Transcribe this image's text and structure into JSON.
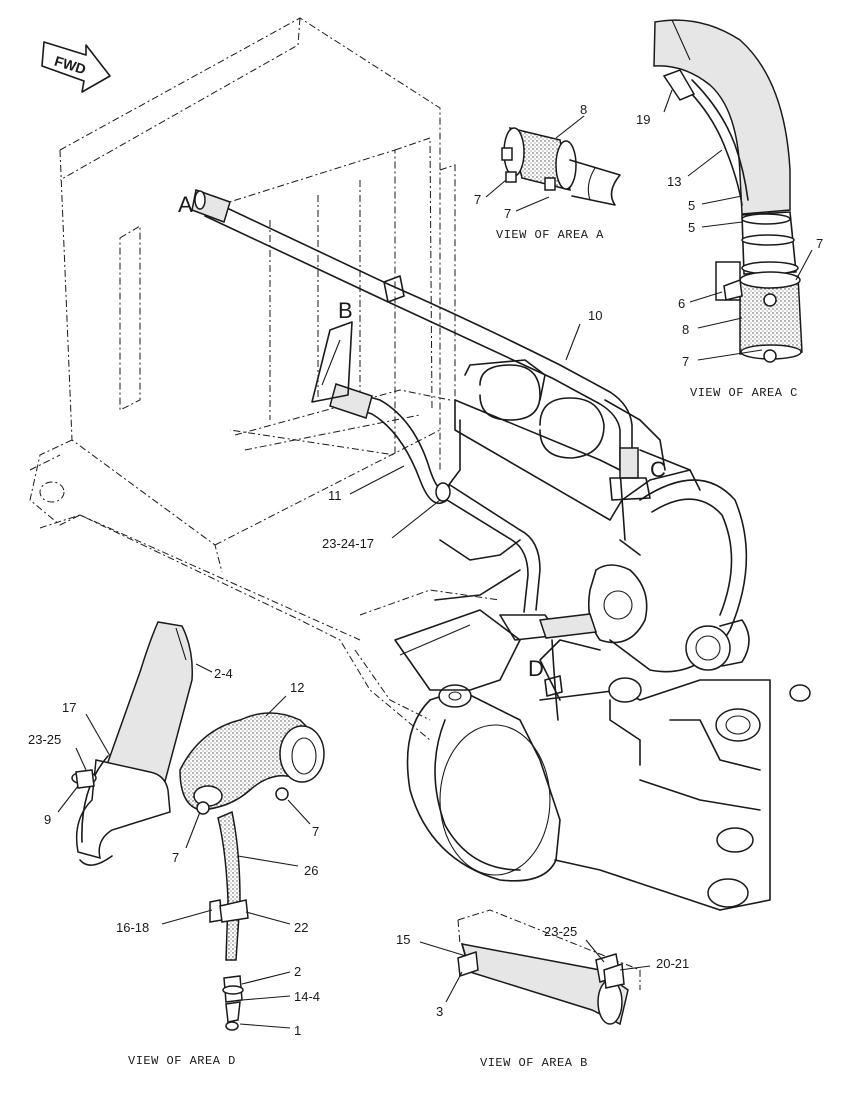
{
  "fwd_label": "FWD",
  "area_labels": {
    "a": "A",
    "b": "B",
    "c": "C",
    "d": "D"
  },
  "captions": {
    "area_a": "VIEW OF AREA A",
    "area_b": "VIEW OF AREA B",
    "area_c": "VIEW OF AREA C",
    "area_d": "VIEW OF AREA D"
  },
  "callouts": {
    "main": {
      "c10": "10",
      "c11": "11",
      "c23_24_17": "23-24-17"
    },
    "area_a": {
      "c8": "8",
      "c7_left": "7",
      "c7_bottom": "7"
    },
    "area_c": {
      "c19": "19",
      "c13": "13",
      "c5_upper": "5",
      "c5_lower": "5",
      "c7_upper": "7",
      "c6": "6",
      "c8": "8",
      "c7_lower": "7"
    },
    "area_d": {
      "c2_4": "2-4",
      "c12": "12",
      "c17": "17",
      "c23_25": "23-25",
      "c9": "9",
      "c7_left": "7",
      "c7_right": "7",
      "c26": "26",
      "c16_18": "16-18",
      "c22": "22",
      "c2": "2",
      "c14_4": "14-4",
      "c1": "1"
    },
    "area_b": {
      "c15": "15",
      "c23_25": "23-25",
      "c20_21": "20-21",
      "c3": "3"
    }
  }
}
